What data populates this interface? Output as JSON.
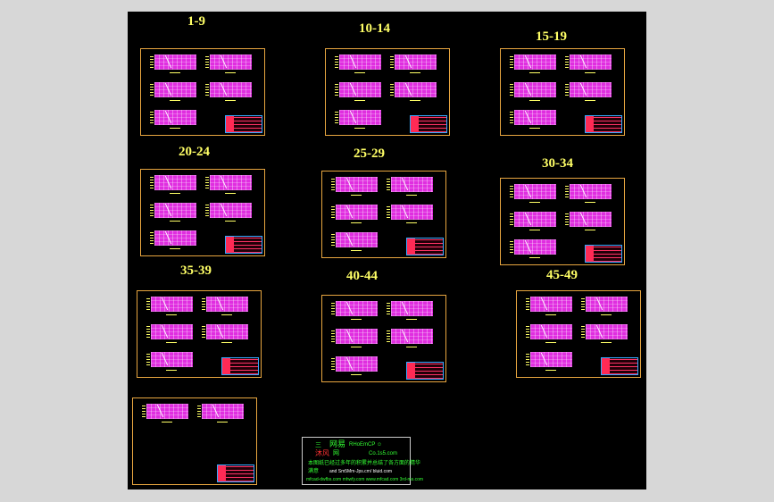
{
  "colors": {
    "background": "#d7d7d7",
    "canvas": "#000000",
    "label": "#ffff66",
    "frame": "#e8a640",
    "sheet": "#e02ee0",
    "title_block_border": "#33aaff",
    "stamp_green": "#33ff33",
    "stamp_red": "#ff3333",
    "stamp_white": "#ffffff"
  },
  "groups": [
    {
      "label": "1-9",
      "sheets": 5
    },
    {
      "label": "10-14",
      "sheets": 5
    },
    {
      "label": "15-19",
      "sheets": 5
    },
    {
      "label": "20-24",
      "sheets": 5
    },
    {
      "label": "25-29",
      "sheets": 5
    },
    {
      "label": "30-34",
      "sheets": 5
    },
    {
      "label": "35-39",
      "sheets": 5
    },
    {
      "label": "40-44",
      "sheets": 5
    },
    {
      "label": "45-49",
      "sheets": 5
    },
    {
      "label": "",
      "sheets": 2
    }
  ],
  "stamp": {
    "line1_mark": "三",
    "line1_a": "网易",
    "line1_b": "RHoEmCP ☺",
    "line2_a": "沐风",
    "line2_b": "网",
    "line2_c": "Co.1s5.com",
    "line3": "本图纸已经过多年的积累并总结了各方面的精华",
    "line4_a": "满意",
    "line4_b": "and Sm5Mm-Jps.cm/ bluid.com",
    "line5": "mfcad-dwfbs.com  mhwfy.com  www.mfcad.com  3rd-ms.com"
  }
}
